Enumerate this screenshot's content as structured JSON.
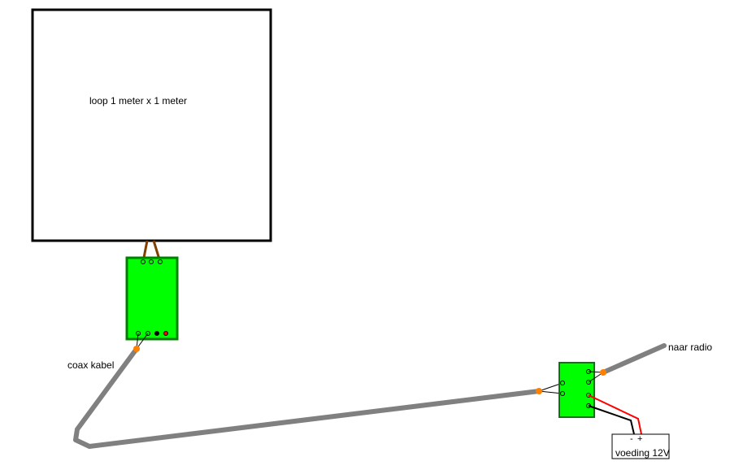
{
  "labels": {
    "loop": "loop 1 meter x 1 meter",
    "coax": "coax kabel",
    "radio": "naar radio",
    "power": "voeding 12V",
    "minus": "-",
    "plus": "+"
  },
  "colors": {
    "board_fill": "#00ff00",
    "board_border": "#008000",
    "coax": "#808080",
    "connector": "#ff8000",
    "loop_wire": "#804000",
    "positive_wire": "#ff0000",
    "negative_wire": "#000000"
  }
}
